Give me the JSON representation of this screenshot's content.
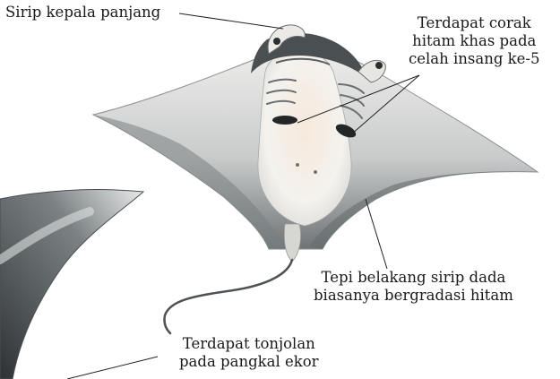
{
  "annotations": {
    "head_fin": {
      "lines": [
        "Sirip kepala panjang"
      ]
    },
    "gill_marking": {
      "lines": [
        "Terdapat corak",
        "hitam khas pada",
        "celah insang ke-5"
      ]
    },
    "pectoral_edge": {
      "lines": [
        "Tepi belakang sirip dada",
        "biasanya bergradasi hitam"
      ]
    },
    "tail_base": {
      "lines": [
        "Terdapat tonjolan",
        "pada pangkal ekor"
      ]
    }
  },
  "colors": {
    "ray_belly": "#f3f1ec",
    "ray_shadow": "#8d9294",
    "ray_dark": "#3c4042",
    "leader_line": "#222222"
  }
}
